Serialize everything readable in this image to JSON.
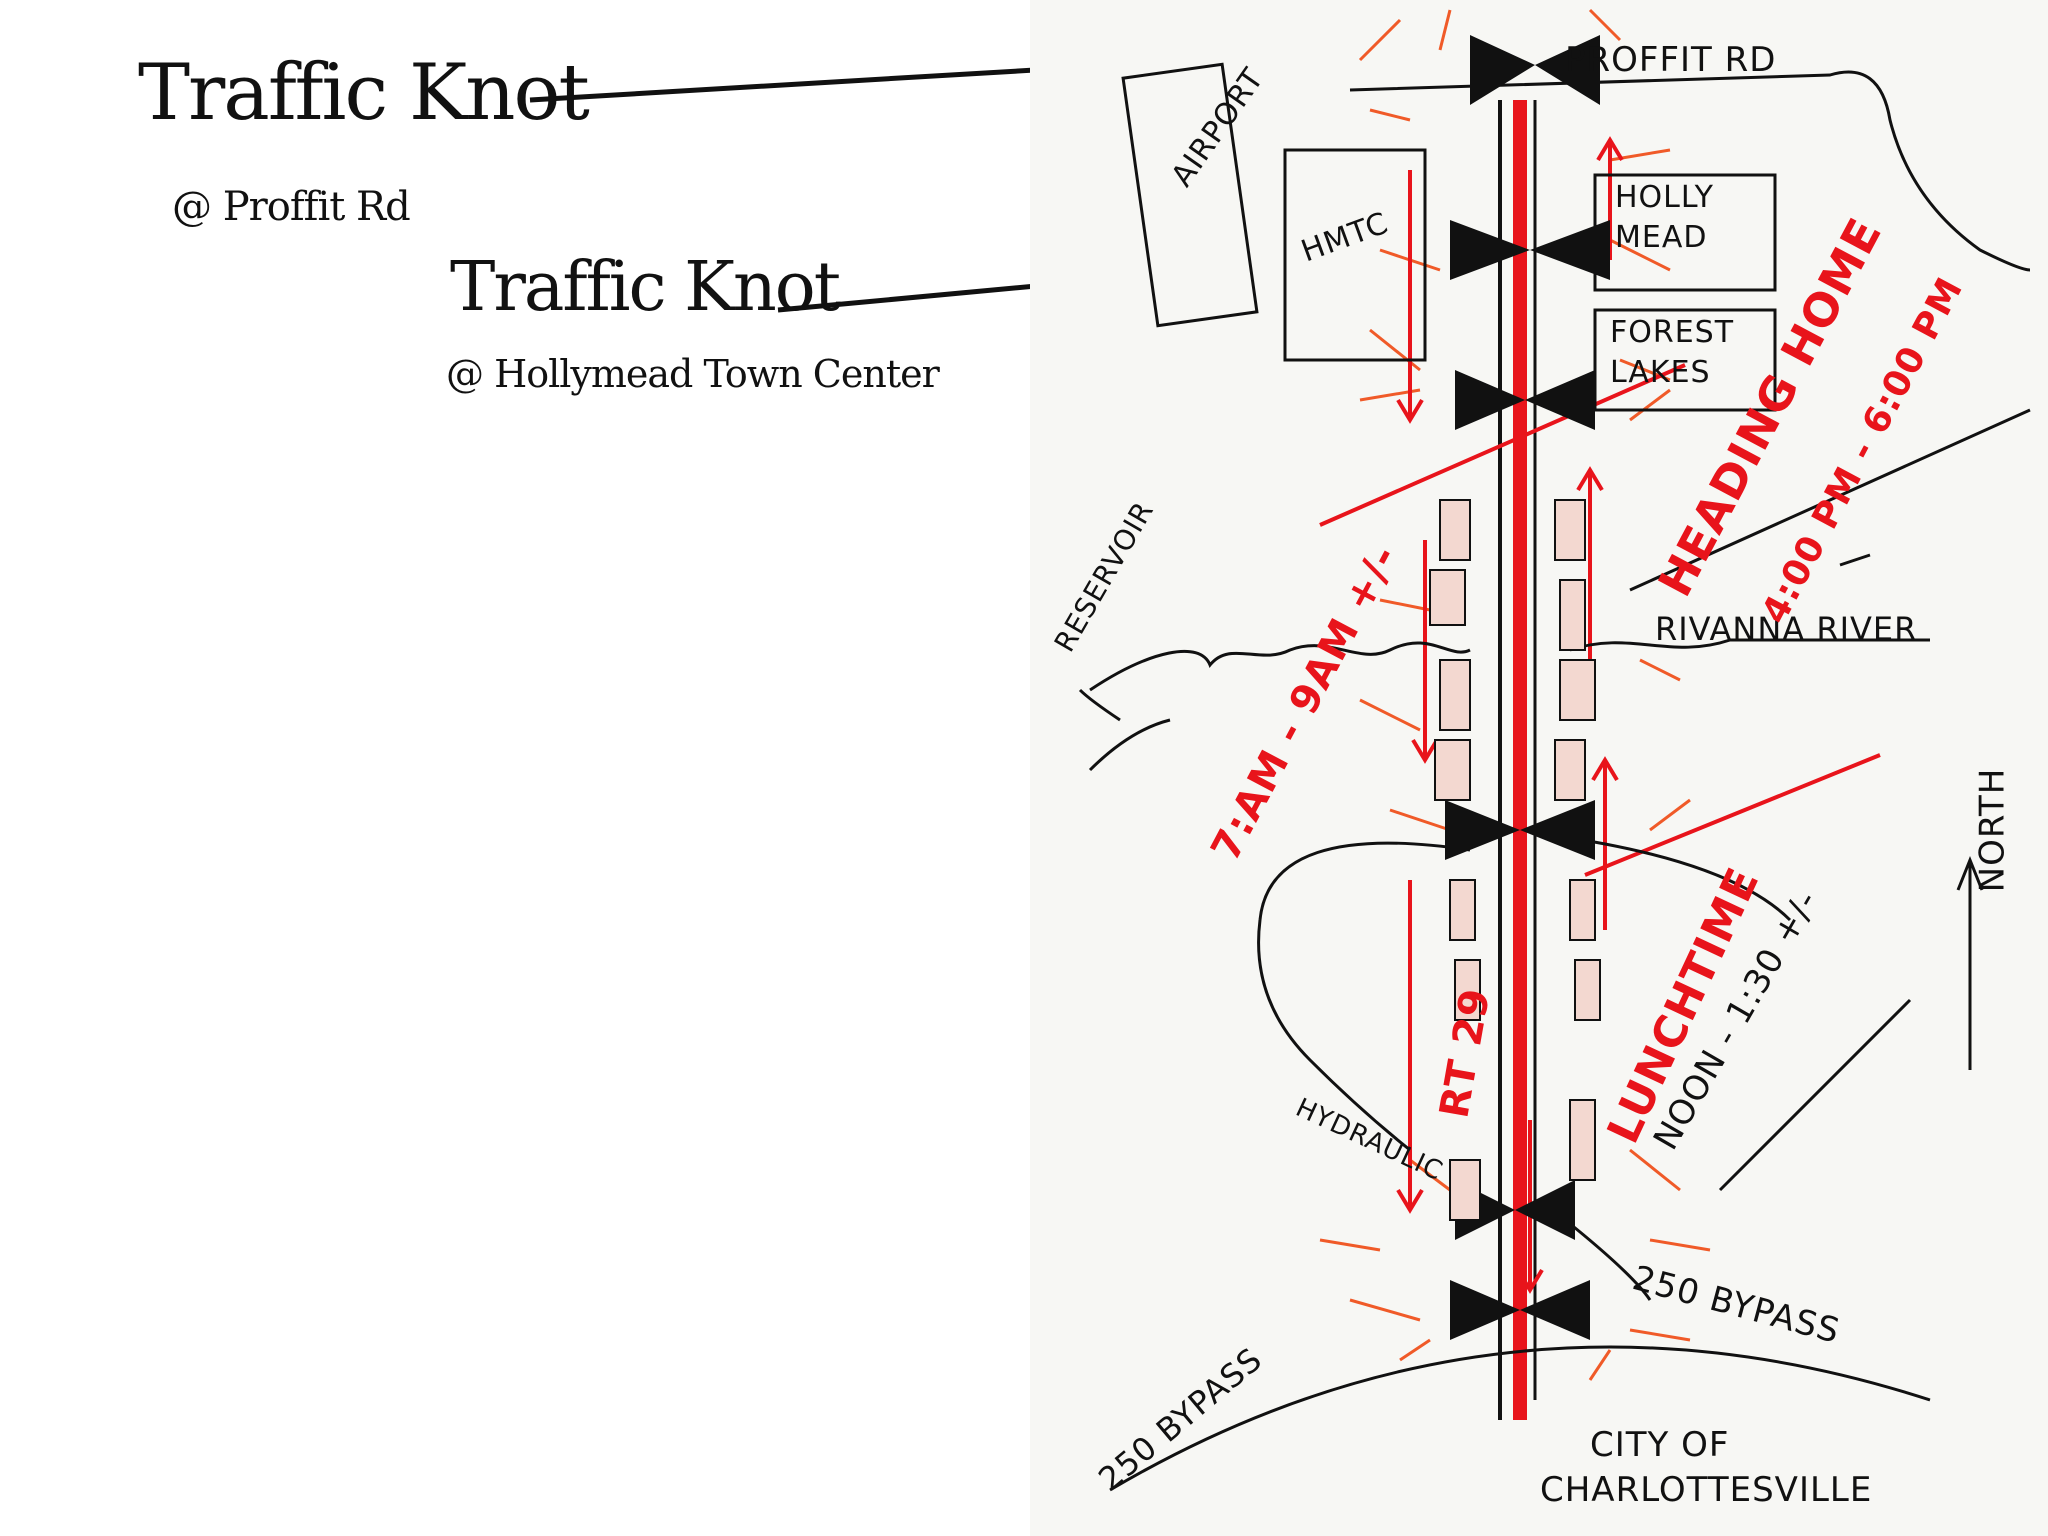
{
  "callouts": [
    {
      "title": "Traffic Knot",
      "subtitle": "@ Proffit Rd"
    },
    {
      "title": "Traffic Knot",
      "subtitle": "@ Hollymead Town Center"
    }
  ],
  "sketch": {
    "labels": {
      "proffit_rd": "PROFFIT RD",
      "airport": "AIRPORT",
      "hmtc": "HMTC",
      "hollymead": [
        "HOLLY",
        "MEAD"
      ],
      "forest_lakes": [
        "FOREST",
        "LAKES"
      ],
      "reservoir": "RESERVOIR",
      "rivanna_river": "RIVANNA RIVER",
      "heading_home": "HEADING HOME",
      "evening_time": "4:00 PM - 6:00 PM",
      "morning_time": "7:AM - 9AM +/-",
      "route": "RT 29",
      "lunchtime": "LUNCHTIME",
      "noon_time": "NOON - 1:30 +/-",
      "hydraulic": "HYDRAULIC",
      "bypass_left": "250 BYPASS",
      "bypass_right": "250 BYPASS",
      "north": "NORTH",
      "city": [
        "CITY OF",
        "CHARLOTTESVILLE"
      ]
    },
    "colors": {
      "ink": "#111111",
      "red": "#e8141b",
      "orange_rays": "#f05a28"
    }
  }
}
